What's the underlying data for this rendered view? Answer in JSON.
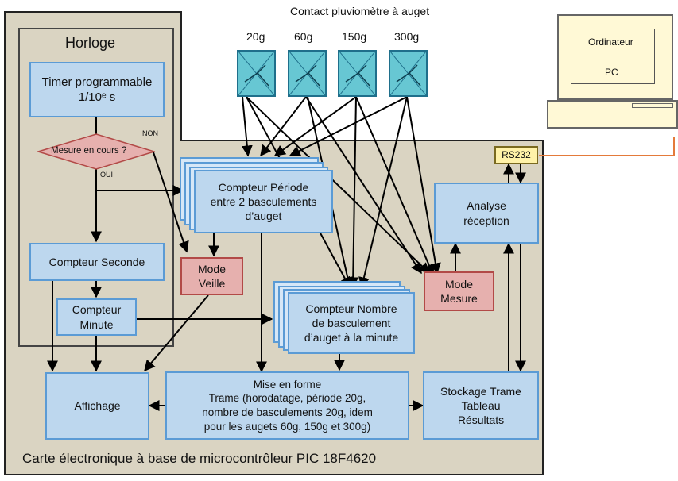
{
  "title_contacts": "Contact pluviomètre à auget",
  "sensors": [
    "20g",
    "60g",
    "150g",
    "300g"
  ],
  "computer": {
    "title": "Ordinateur",
    "sub": "PC"
  },
  "clock": {
    "title": "Horloge",
    "timer": "Timer programmable\n1/10ᵉ s"
  },
  "decision": {
    "text": "Mesure en cours ?",
    "no": "NON",
    "yes": "OUI"
  },
  "boxes": {
    "compteur_periode": "Compteur Période\nentre 2 basculements\nd’auget",
    "compteur_seconde": "Compteur Seconde",
    "compteur_minute": "Compteur\nMinute",
    "mode_veille": "Mode\nVeille",
    "compteur_nombre": "Compteur Nombre\nde basculement\nd’auget à la minute",
    "analyse": "Analyse\nréception",
    "mode_mesure": "Mode\nMesure",
    "affichage": "Affichage",
    "mise_en_forme": "Mise en forme\nTrame (horodatage, période 20g,\nnombre de basculements 20g, idem\npour les augets 60g, 150g et 300g)",
    "stockage": "Stockage Trame\nTableau\nRésultats"
  },
  "rs232": "RS232",
  "board_label": "Carte électronique à base de microcontrôleur PIC 18F4620"
}
